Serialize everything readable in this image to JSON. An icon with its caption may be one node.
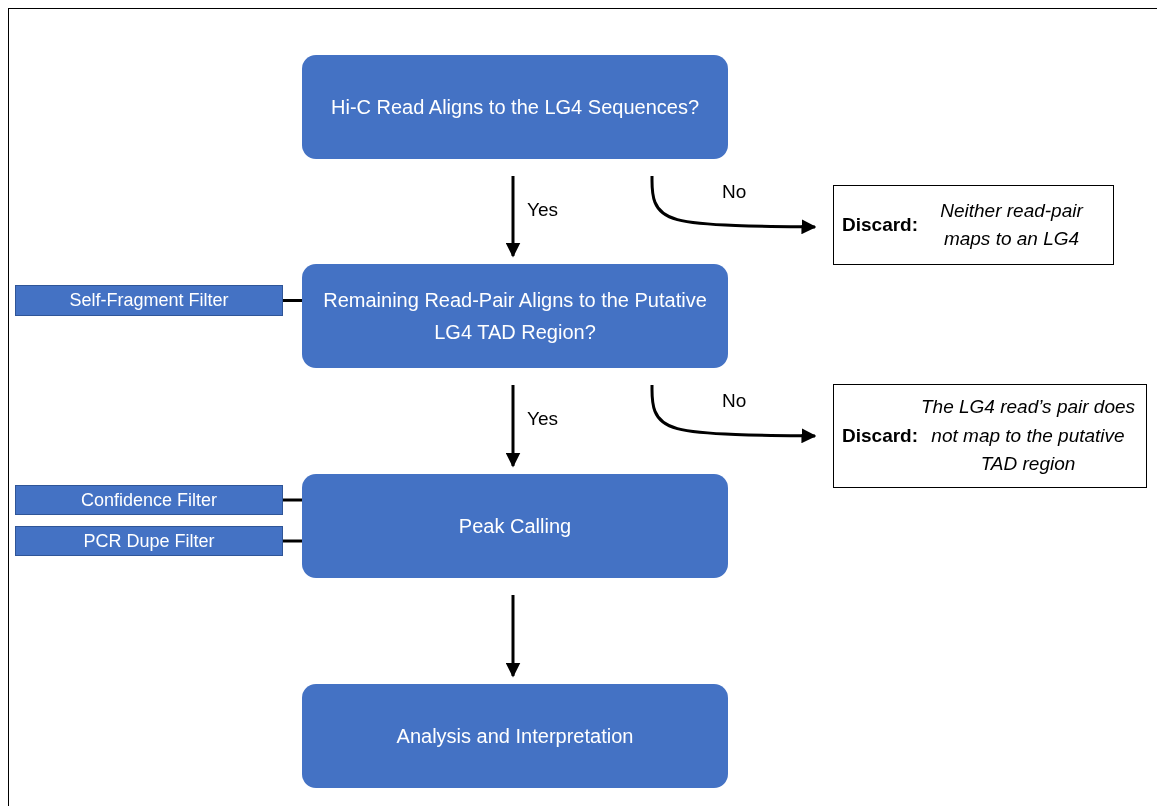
{
  "diagram": {
    "nodes": [
      {
        "text": [
          "Hi-C Read Aligns to the LG4 Sequences?"
        ]
      },
      {
        "text": [
          "**Discard:** *Neither read-pair maps to an LG4*"
        ]
      },
      {
        "text": [
          "Self-Fragment Filter"
        ]
      },
      {
        "text": [
          "Remaining Read-Pair Aligns to the Putative LG4 TAD Region?"
        ]
      },
      {
        "text": [
          "**Discard:** *The LG4 read’s pair does not map to the putative TAD region*"
        ]
      },
      {
        "text": [
          "Confidence Filter"
        ]
      },
      {
        "text": [
          "PCR Dupe Filter"
        ]
      },
      {
        "text": [
          "Peak Calling"
        ]
      },
      {
        "text": [
          "Analysis and Interpretation"
        ]
      }
    ],
    "edges": [
      {
        "from": 0,
        "to": 3,
        "arrow": "to",
        "label": "Yes"
      },
      {
        "from": 0,
        "to": 1,
        "arrow": "to",
        "label": "No"
      },
      {
        "from": 2,
        "to": 3,
        "arrow": "none"
      },
      {
        "from": 3,
        "to": 7,
        "arrow": "to",
        "label": "Yes"
      },
      {
        "from": 3,
        "to": 4,
        "arrow": "to",
        "label": "No"
      },
      {
        "from": 5,
        "to": 7,
        "arrow": "none"
      },
      {
        "from": 6,
        "to": 7,
        "arrow": "none"
      },
      {
        "from": 7,
        "to": 8,
        "arrow": "to"
      }
    ]
  }
}
